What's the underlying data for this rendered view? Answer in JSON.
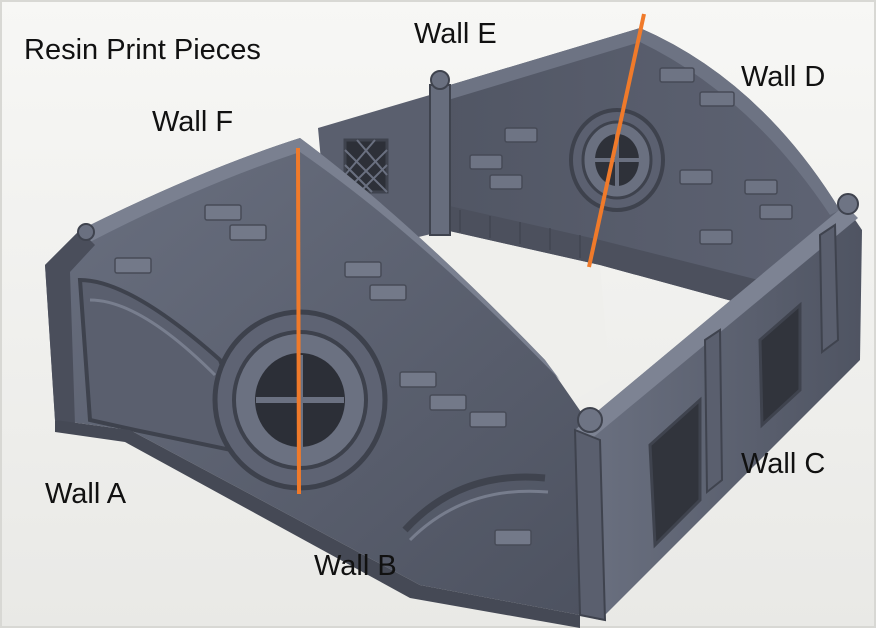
{
  "title": "Resin Print Pieces",
  "labels": {
    "wall_a": "Wall A",
    "wall_b": "Wall B",
    "wall_c": "Wall C",
    "wall_d": "Wall D",
    "wall_e": "Wall E",
    "wall_f": "Wall F"
  },
  "colors": {
    "resin": "#5c6170",
    "resin_dark": "#3f434f",
    "resin_light": "#757b8a",
    "cut_line": "#f07a2a",
    "backdrop": "#f4f4f2",
    "label_text": "#111111"
  }
}
